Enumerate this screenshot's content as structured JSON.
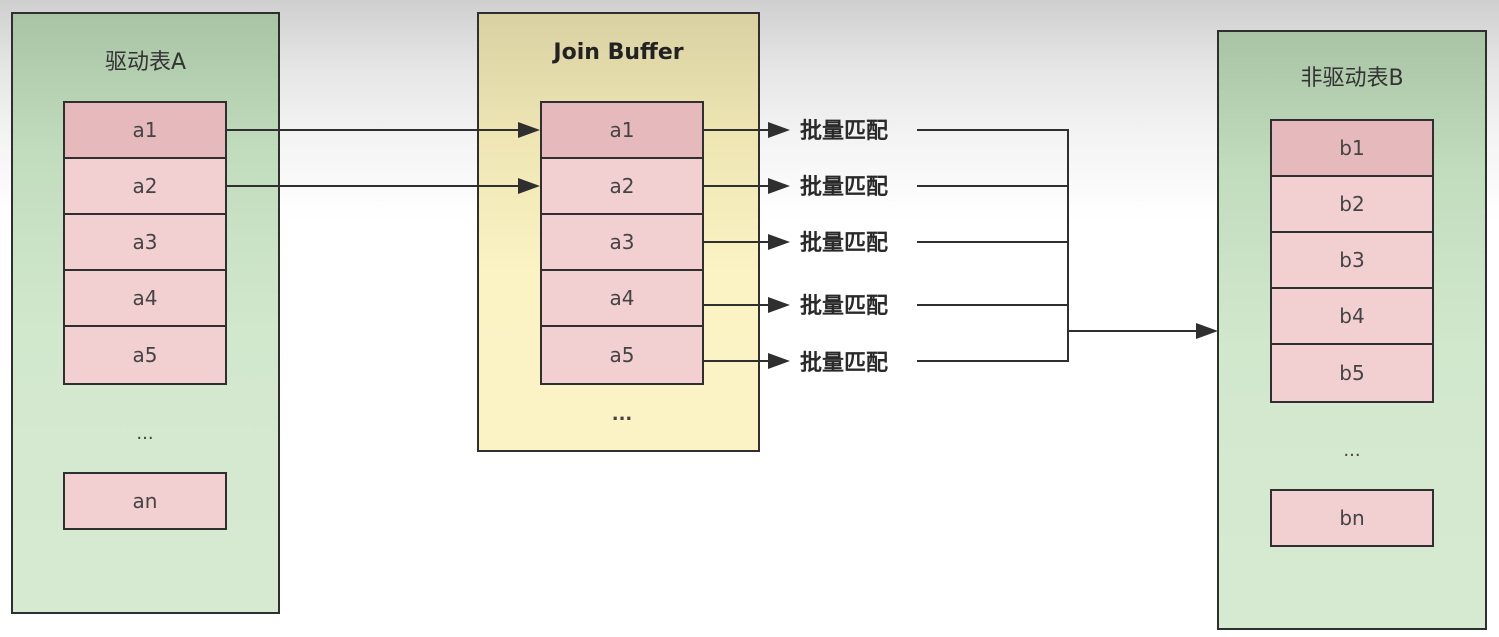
{
  "driving_table": {
    "title": "驱动表A",
    "rows": [
      "a1",
      "a2",
      "a3",
      "a4",
      "a5"
    ],
    "ellipsis": "...",
    "last": "an"
  },
  "join_buffer": {
    "title": "Join Buffer",
    "rows": [
      "a1",
      "a2",
      "a3",
      "a4",
      "a5"
    ],
    "ellipsis": "..."
  },
  "batch_match": {
    "labels": [
      "批量匹配",
      "批量匹配",
      "批量匹配",
      "批量匹配",
      "批量匹配"
    ]
  },
  "driven_table": {
    "title": "非驱动表B",
    "rows": [
      "b1",
      "b2",
      "b3",
      "b4",
      "b5"
    ],
    "ellipsis": "...",
    "last": "bn"
  },
  "colors": {
    "green_panel": "#c2dcbe",
    "yellow_panel": "#fbf3c4",
    "pink_cell": "#f2cfd1",
    "line": "#2f2f2f"
  }
}
